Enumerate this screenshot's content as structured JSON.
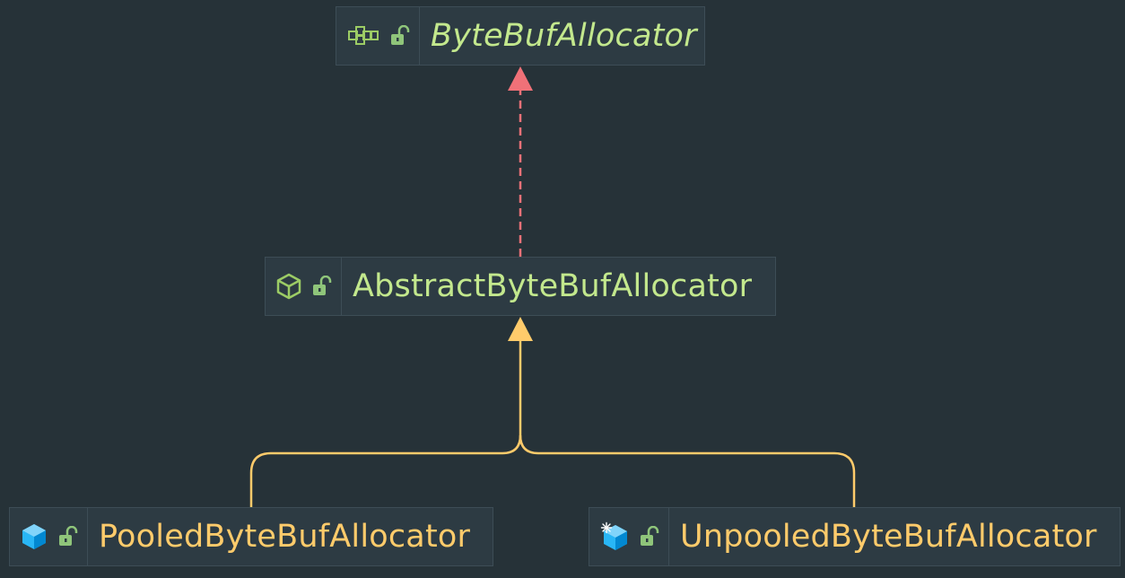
{
  "diagram": {
    "nodes": {
      "byte_buf_allocator": {
        "name": "ByteBufAllocator",
        "kind": "interface",
        "access": "public",
        "icon": "interface-icon"
      },
      "abstract_byte_buf_allocator": {
        "name": "AbstractByteBufAllocator",
        "kind": "abstract-class",
        "access": "public",
        "icon": "abstract-class-icon"
      },
      "pooled_byte_buf_allocator": {
        "name": "PooledByteBufAllocator",
        "kind": "class",
        "access": "public",
        "icon": "class-icon"
      },
      "unpooled_byte_buf_allocator": {
        "name": "UnpooledByteBufAllocator",
        "kind": "class",
        "access": "public",
        "icon": "static-class-icon"
      }
    },
    "edges": [
      {
        "from": "AbstractByteBufAllocator",
        "to": "ByteBufAllocator",
        "type": "implements",
        "style": "dashed",
        "color": "#f07178"
      },
      {
        "from": "PooledByteBufAllocator",
        "to": "AbstractByteBufAllocator",
        "type": "extends",
        "style": "solid",
        "color": "#ffcb6b"
      },
      {
        "from": "UnpooledByteBufAllocator",
        "to": "AbstractByteBufAllocator",
        "type": "extends",
        "style": "solid",
        "color": "#ffcb6b"
      }
    ],
    "colors": {
      "background": "#263238",
      "node_fill": "#2d3b43",
      "node_border": "#3d4d56",
      "interface_text": "#c3e88d",
      "class_text": "#ffcb6b",
      "class_icon": "#29b6f6",
      "lock_icon": "#8fc57a"
    }
  }
}
